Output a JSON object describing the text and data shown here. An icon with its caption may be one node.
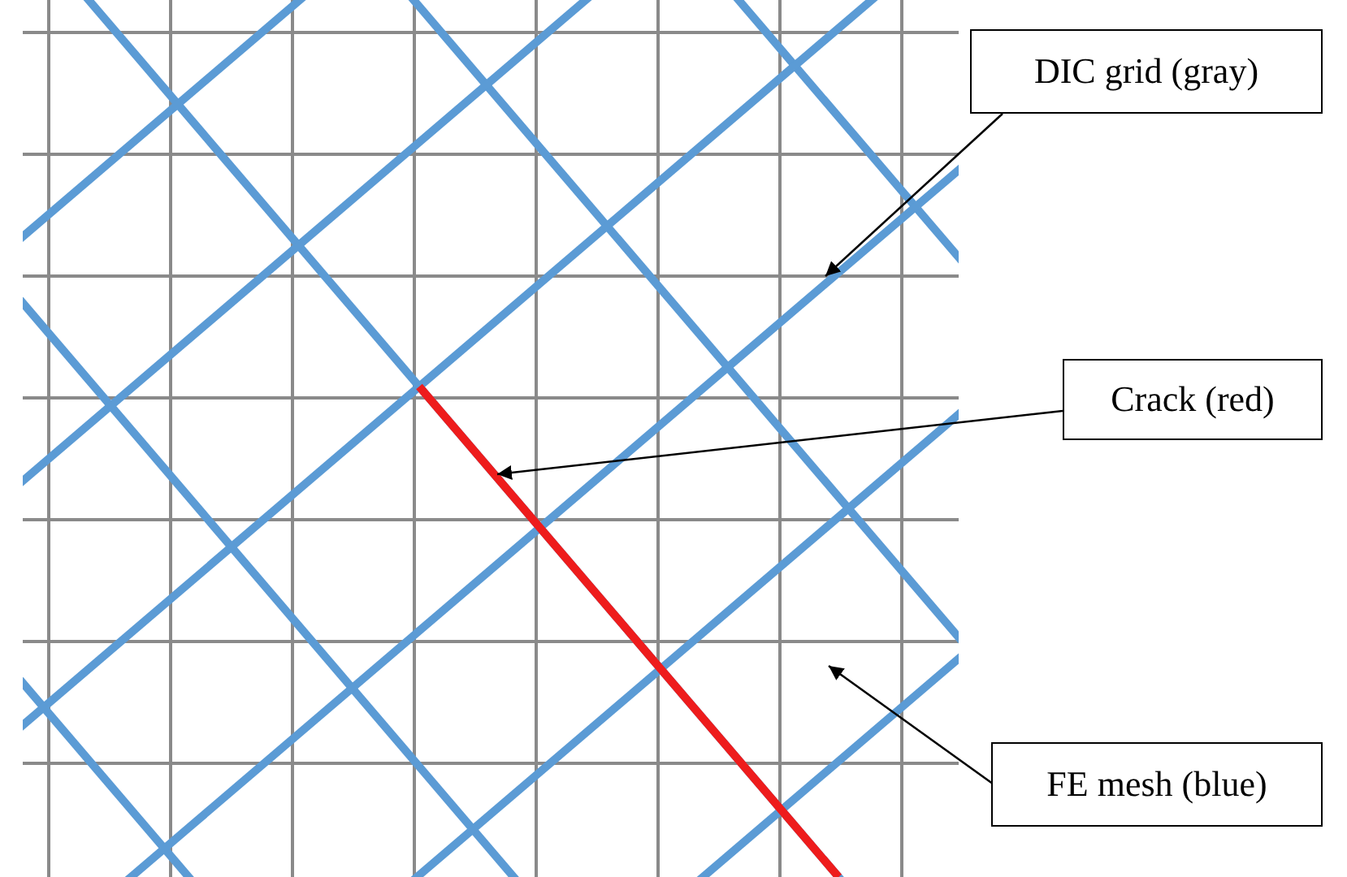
{
  "diagram": {
    "nodes": [
      {
        "text": [
          "DIC grid (gray)"
        ]
      },
      {
        "text": [
          "Crack (red)"
        ]
      },
      {
        "text": [
          "FE mesh (blue)"
        ]
      }
    ],
    "edges": [
      {
        "from": 0,
        "to": null,
        "arrow": "to"
      },
      {
        "from": 1,
        "to": null,
        "arrow": "to"
      },
      {
        "from": 2,
        "to": null,
        "arrow": "to"
      }
    ]
  }
}
